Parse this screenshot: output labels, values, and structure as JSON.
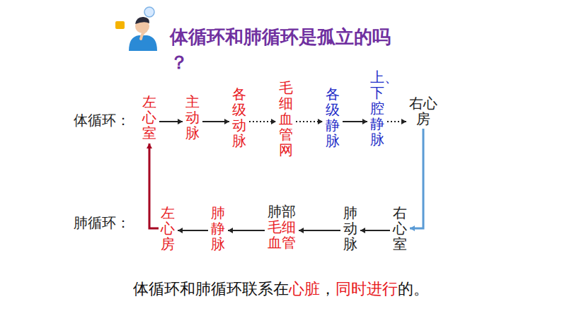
{
  "diagram": {
    "title": "体循环和肺循环是孤立的吗？",
    "caption": "体循环和肺循环联系在心脏，同时进行的。",
    "nodes": [
      {
        "text": [
          "左心室"
        ]
      },
      {
        "text": [
          "主动脉"
        ]
      },
      {
        "text": [
          "各级动脉"
        ]
      },
      {
        "text": [
          "毛细血管网"
        ]
      },
      {
        "text": [
          "各级静脉"
        ]
      },
      {
        "text": [
          "上、下腔静脉"
        ]
      },
      {
        "text": [
          "右心房"
        ]
      },
      {
        "text": [
          "左心房"
        ]
      },
      {
        "text": [
          "肺静脉"
        ]
      },
      {
        "text": [
          "肺部",
          "毛细血管"
        ]
      },
      {
        "text": [
          "肺动脉"
        ]
      },
      {
        "text": [
          "右心室"
        ]
      }
    ],
    "edges": [
      {
        "from": 0,
        "to": 1,
        "arrow": "to"
      },
      {
        "from": 1,
        "to": 2,
        "arrow": "to"
      },
      {
        "from": 2,
        "to": 3,
        "arrow": "to"
      },
      {
        "from": 3,
        "to": 4,
        "arrow": "to"
      },
      {
        "from": 4,
        "to": 5,
        "arrow": "to"
      },
      {
        "from": 5,
        "to": 6,
        "arrow": "to"
      },
      {
        "from": 6,
        "to": 11,
        "arrow": "to"
      },
      {
        "from": 11,
        "to": 10,
        "arrow": "to"
      },
      {
        "from": 10,
        "to": 9,
        "arrow": "to"
      },
      {
        "from": 9,
        "to": 8,
        "arrow": "to"
      },
      {
        "from": 8,
        "to": 7,
        "arrow": "to"
      },
      {
        "from": 7,
        "to": 0,
        "arrow": "to"
      }
    ],
    "labels": [
      "体循环：",
      "肺循环："
    ]
  }
}
